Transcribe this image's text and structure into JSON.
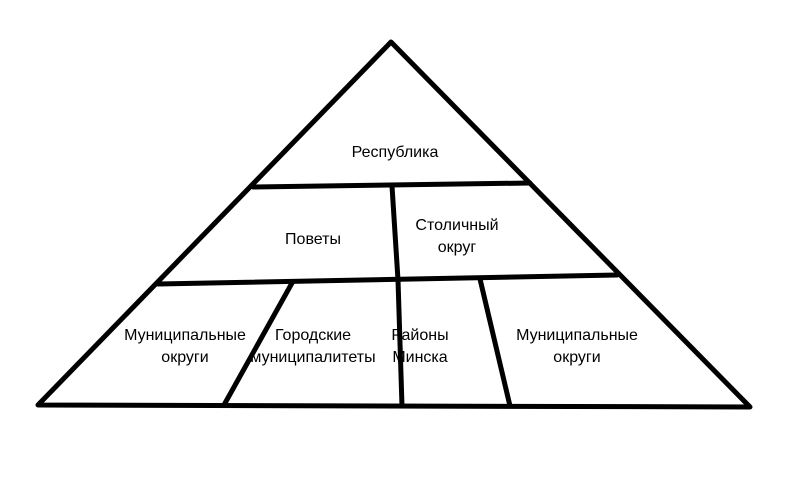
{
  "diagram": {
    "top": {
      "label": "Республика"
    },
    "middle": [
      {
        "lines": [
          "Поветы"
        ]
      },
      {
        "lines": [
          "Столичный",
          "округ"
        ]
      }
    ],
    "bottom": [
      {
        "lines": [
          "Муниципальные",
          "округи"
        ]
      },
      {
        "lines": [
          "Городские",
          "муниципалитеты"
        ]
      },
      {
        "lines": [
          "Районы",
          "Минска"
        ]
      },
      {
        "lines": [
          "Муниципальные",
          "округи"
        ]
      }
    ],
    "line_color": "#000000"
  }
}
